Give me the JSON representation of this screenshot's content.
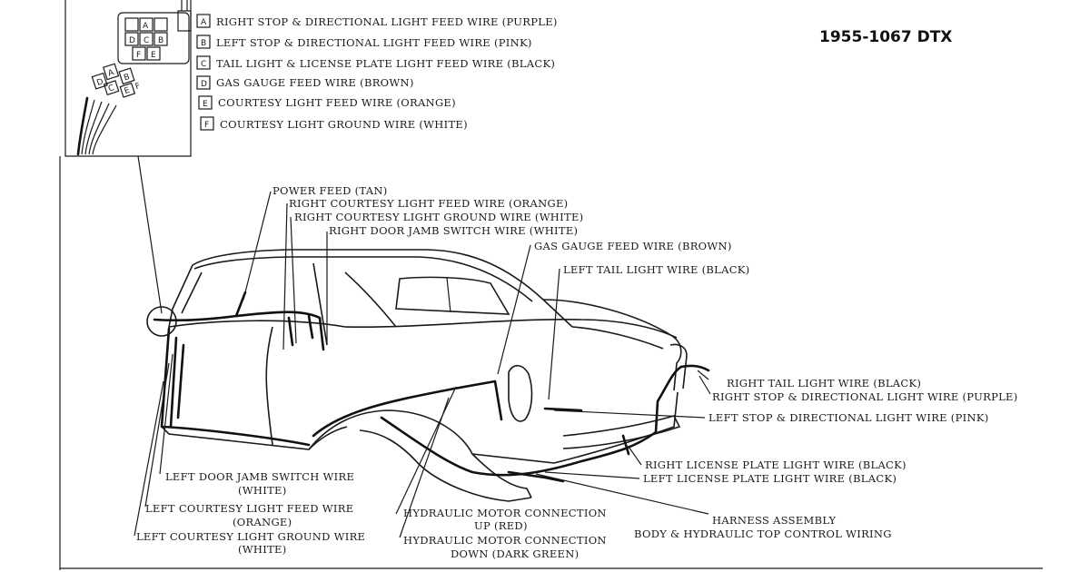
{
  "title": "1955-1067 DTX",
  "connector_key": [
    {
      "letter": "A",
      "text": "RIGHT STOP & DIRECTIONAL LIGHT FEED WIRE (PURPLE)"
    },
    {
      "letter": "B",
      "text": "LEFT STOP & DIRECTIONAL LIGHT FEED WIRE (PINK)"
    },
    {
      "letter": "C",
      "text": "TAIL LIGHT & LICENSE PLATE LIGHT FEED WIRE (BLACK)"
    },
    {
      "letter": "D",
      "text": "GAS GAUGE FEED WIRE (BROWN)"
    },
    {
      "letter": "E",
      "text": "COURTESY LIGHT FEED WIRE (ORANGE)"
    },
    {
      "letter": "F",
      "text": "COURTESY LIGHT GROUND WIRE (WHITE)"
    }
  ],
  "connector_pins": [
    "A",
    "B",
    "C",
    "D",
    "E",
    "F"
  ],
  "plug_pins": [
    "A",
    "B",
    "C",
    "D",
    "E",
    "F"
  ],
  "callouts_top": {
    "power_feed": "POWER FEED (TAN)",
    "right_courtesy_feed": "RIGHT COURTESY LIGHT FEED WIRE (ORANGE)",
    "right_courtesy_ground": "RIGHT COURTESY LIGHT GROUND WIRE (WHITE)",
    "right_door_jamb": "RIGHT DOOR JAMB SWITCH WIRE (WHITE)",
    "gas_gauge": "GAS GAUGE FEED WIRE (BROWN)",
    "left_tail": "LEFT TAIL LIGHT WIRE (BLACK)"
  },
  "callouts_right": {
    "right_tail": "RIGHT TAIL LIGHT WIRE (BLACK)",
    "right_stop": "RIGHT STOP & DIRECTIONAL LIGHT WIRE (PURPLE)",
    "left_stop": "LEFT STOP & DIRECTIONAL LIGHT WIRE (PINK)",
    "right_license": "RIGHT LICENSE PLATE LIGHT WIRE (BLACK)",
    "left_license": "LEFT LICENSE PLATE LIGHT WIRE (BLACK)",
    "harness_1": "HARNESS ASSEMBLY",
    "harness_2": "BODY & HYDRAULIC TOP CONTROL WIRING"
  },
  "callouts_bottom": {
    "left_door_jamb_1": "LEFT DOOR JAMB SWITCH WIRE",
    "left_door_jamb_2": "(WHITE)",
    "left_courtesy_feed_1": "LEFT COURTESY LIGHT FEED WIRE",
    "left_courtesy_feed_2": "(ORANGE)",
    "left_courtesy_ground_1": "LEFT COURTESY LIGHT GROUND WIRE",
    "left_courtesy_ground_2": "(WHITE)",
    "hyd_up_1": "HYDRAULIC MOTOR CONNECTION",
    "hyd_up_2": "UP (RED)",
    "hyd_down_1": "HYDRAULIC MOTOR CONNECTION",
    "hyd_down_2": "DOWN (DARK GREEN)"
  }
}
